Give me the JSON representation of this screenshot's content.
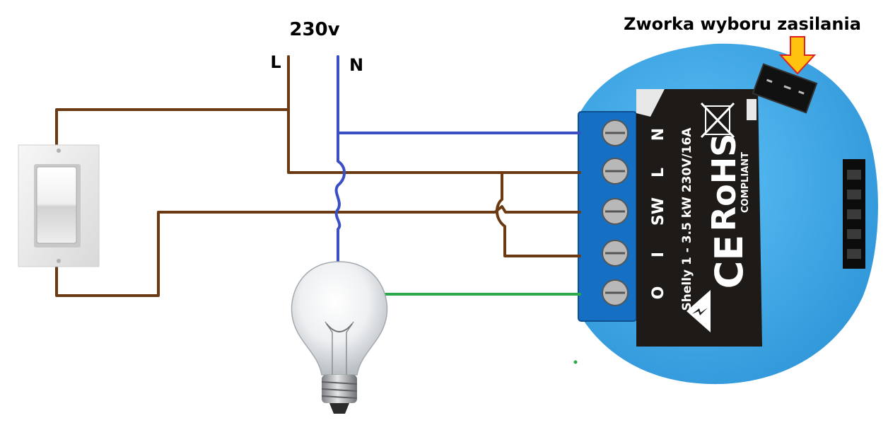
{
  "supply": {
    "voltage_label": "230v",
    "line_label": "L",
    "neutral_label": "N"
  },
  "jumper_label": "Zworka wyboru zasilania",
  "device": {
    "terminals": [
      "N",
      "L",
      "SW",
      "I",
      "O"
    ],
    "model_text": "Shelly 1 - 3.5 kW 230V/16A",
    "rohs_text": "RoHS",
    "compliant_text": "COMPLIANT",
    "ce_text": "CE"
  },
  "colors": {
    "wire_live": "#6b3a12",
    "wire_neutral": "#3b4fc4",
    "wire_output": "#2aa84a",
    "device_body": "#3aa8e8",
    "device_label": "#1d1a18",
    "terminal_block": "#1570c4",
    "arrow": "#ffc20e",
    "arrow_outline": "#e02020"
  },
  "icons": [
    "wall-switch-icon",
    "light-bulb-icon",
    "weee-bin-icon",
    "warning-triangle-icon",
    "down-arrow-icon"
  ]
}
